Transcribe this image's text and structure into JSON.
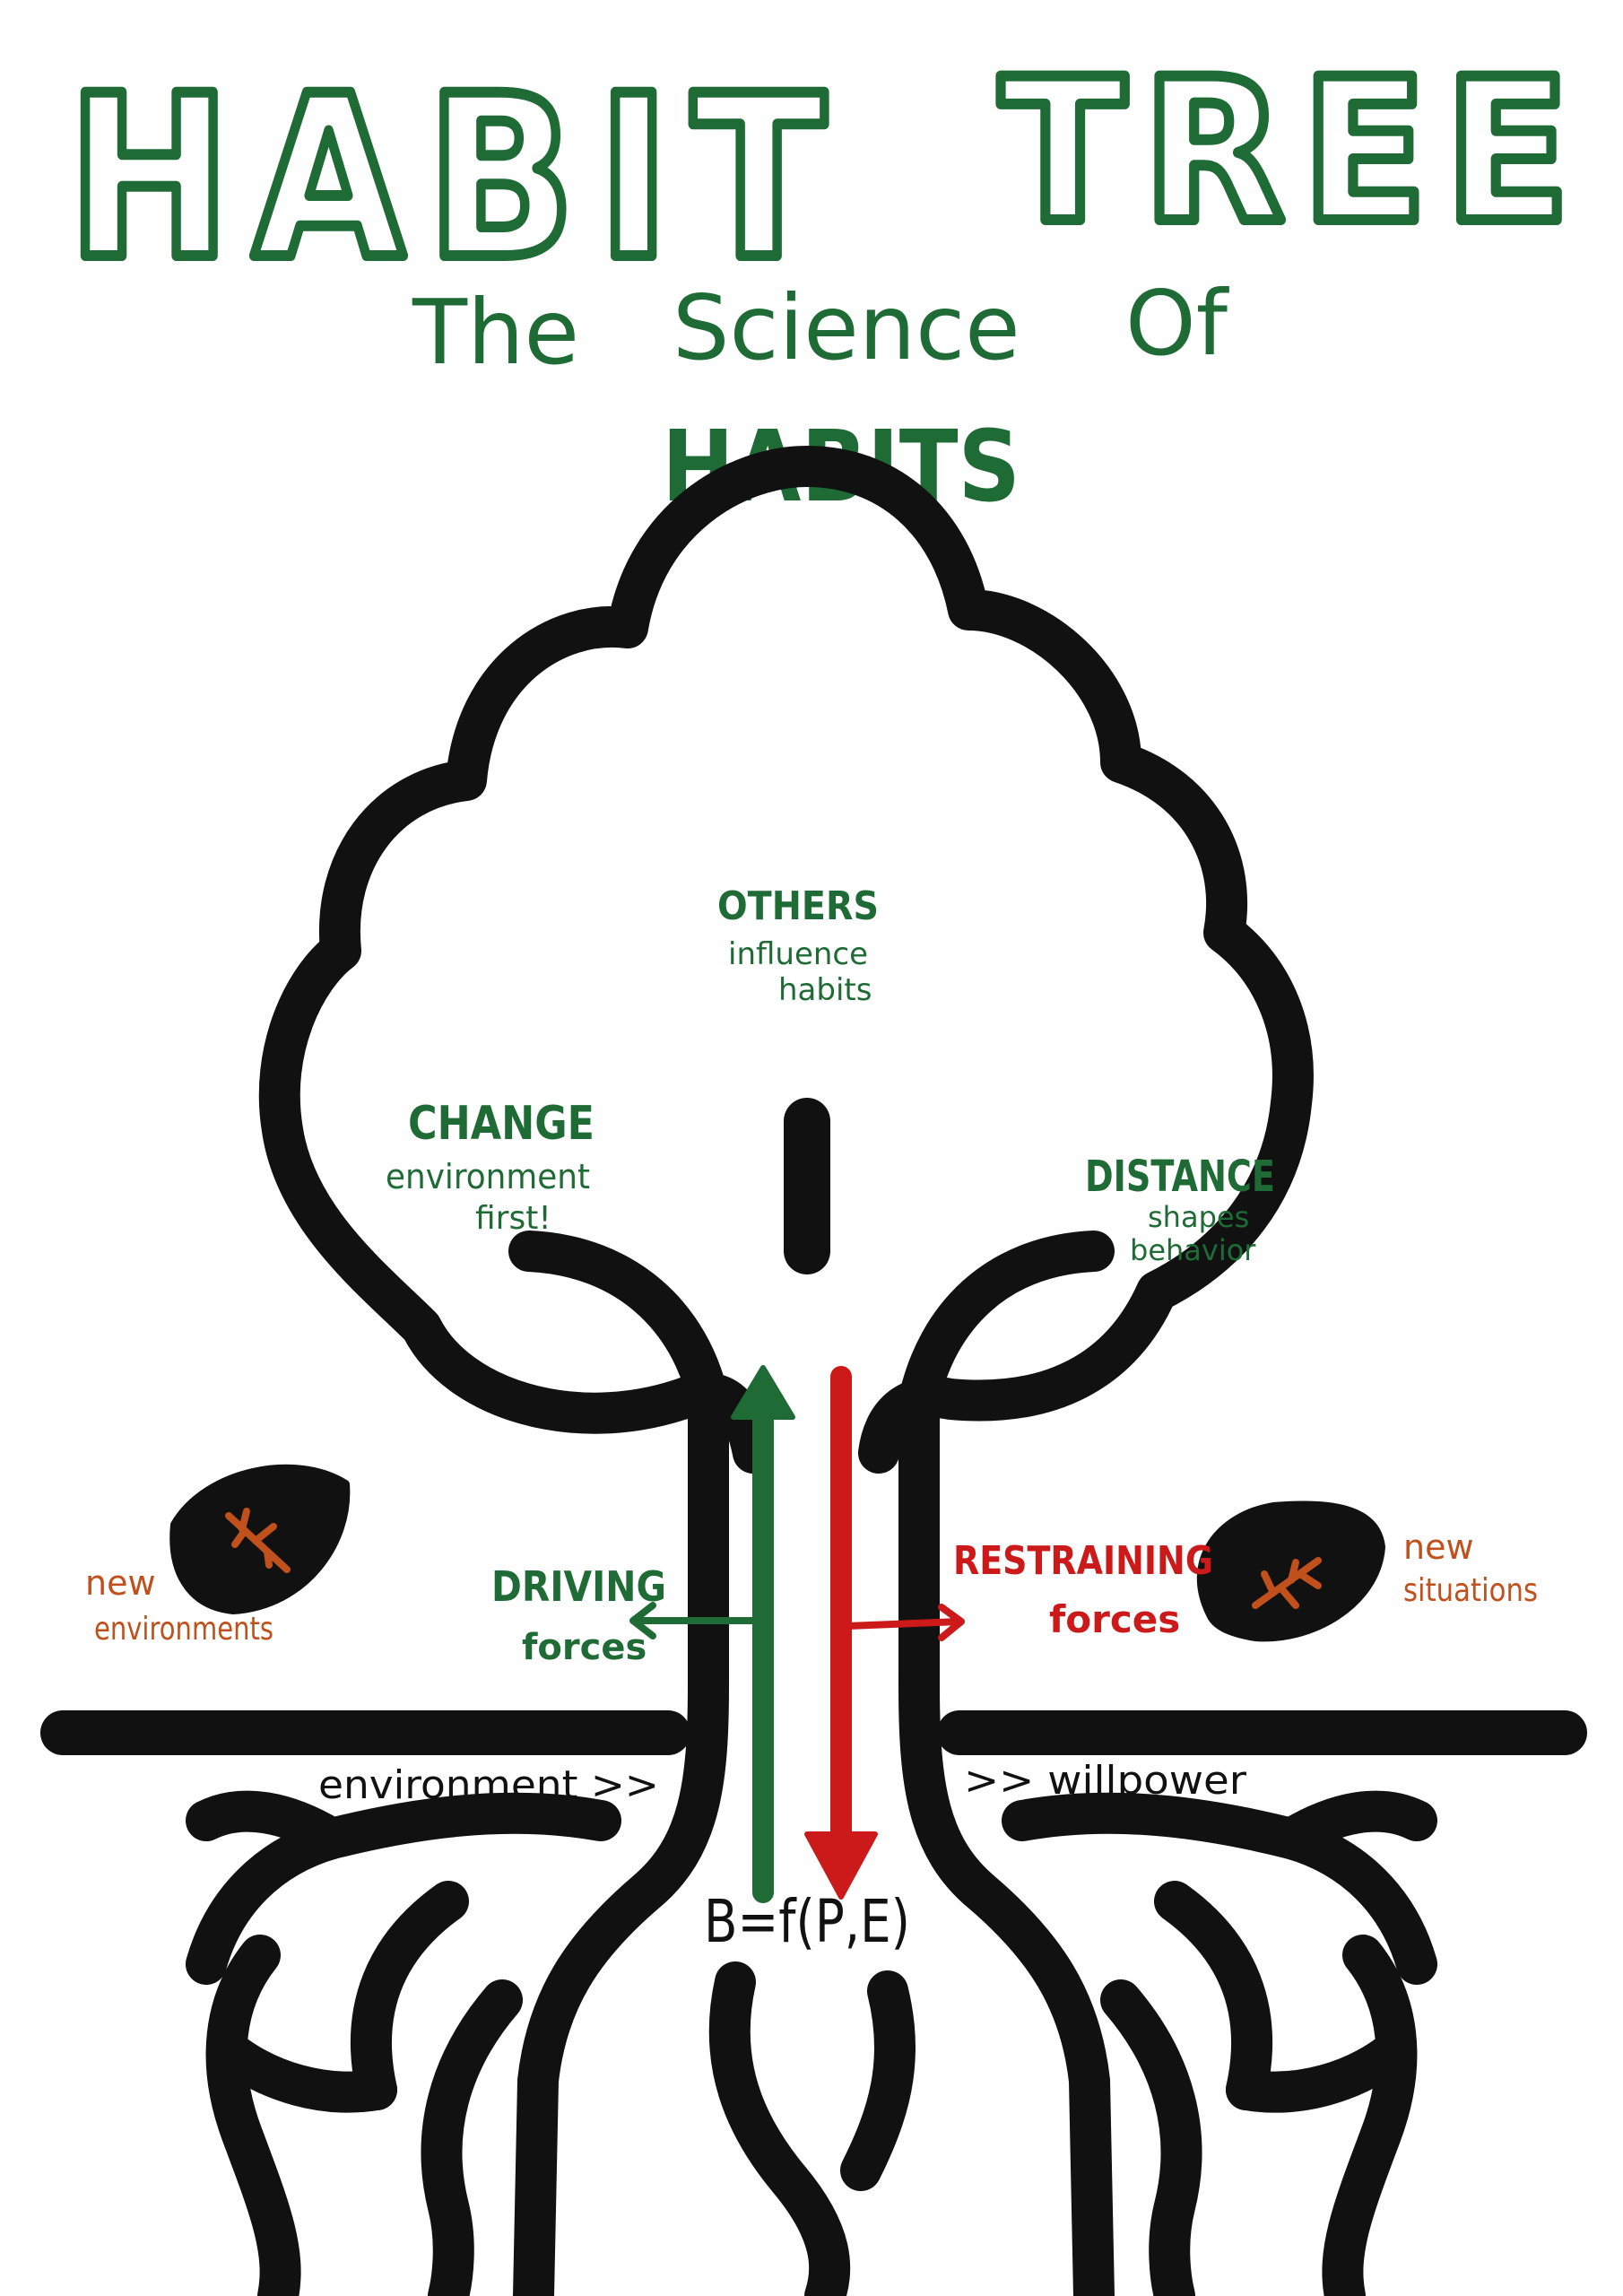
{
  "header": {
    "title_left": "HABIT",
    "title_right": "TREE",
    "subtitle_line1": [
      "The",
      "Science",
      "Of"
    ],
    "subtitle_line2": "HABITS"
  },
  "canopy": {
    "top": {
      "heading": "OTHERS",
      "line1": "influence",
      "line2": "habits"
    },
    "left": {
      "heading": "CHANGE",
      "line1": "environment",
      "line2": "first!"
    },
    "right": {
      "heading": "DISTANCE",
      "line1": "shapes",
      "line2": "behavior"
    }
  },
  "forces": {
    "driving": {
      "heading": "DRIVING",
      "sub": "forces"
    },
    "restraining": {
      "heading": "RESTRAINING",
      "sub": "forces"
    }
  },
  "leaves": {
    "left_label": [
      "new",
      "environments"
    ],
    "right_label": [
      "new",
      "situations"
    ]
  },
  "ground": {
    "left_label": "environment >>",
    "right_label": ">> willpower"
  },
  "formula": "B=f(P,E)",
  "colors": {
    "ink": "#111111",
    "green": "#1f6b35",
    "red": "#cc1a1a",
    "orange": "#c0501c"
  }
}
